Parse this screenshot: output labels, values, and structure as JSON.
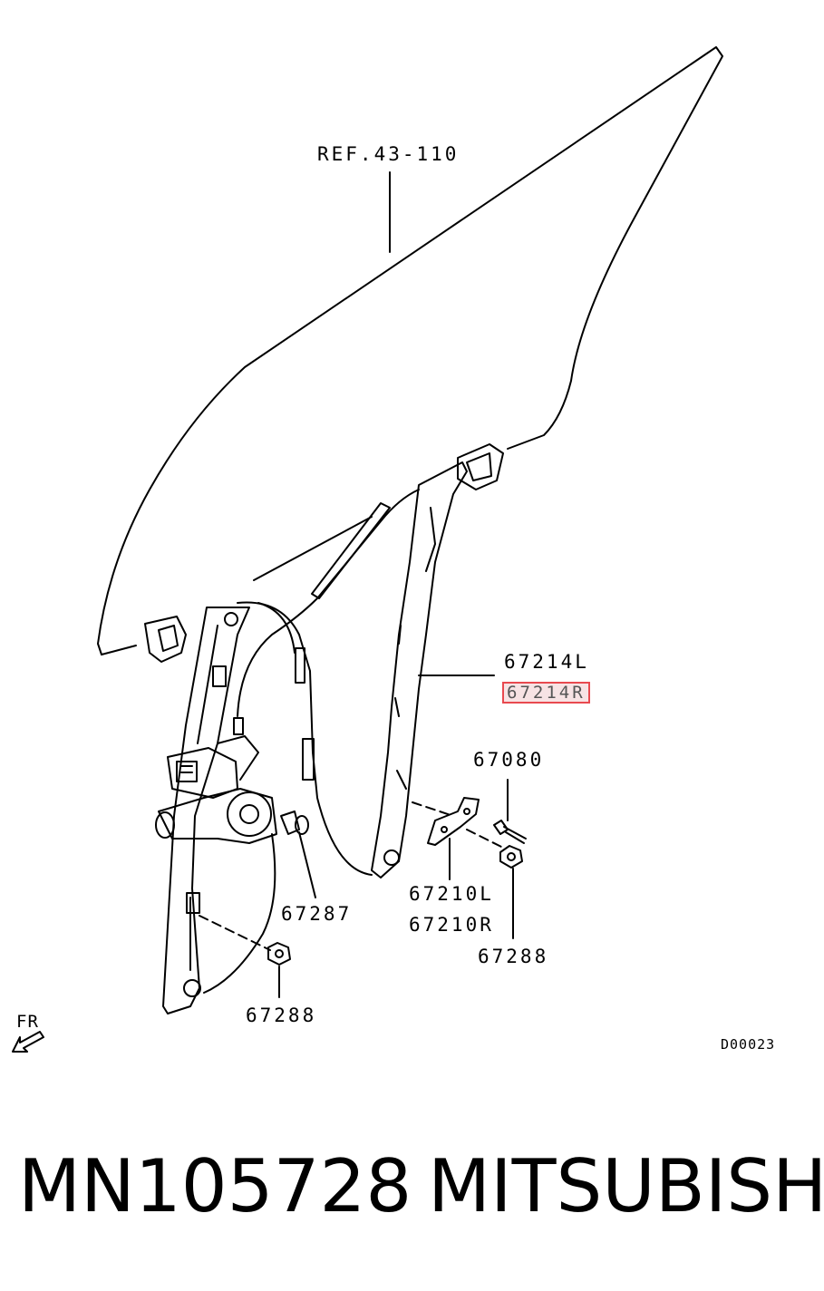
{
  "diagram": {
    "labels": {
      "ref": "REF.43-110",
      "p67214L": "67214L",
      "p67214R": "67214R",
      "p67080": "67080",
      "p67287": "67287",
      "p67210L": "67210L",
      "p67210R": "67210R",
      "p67288_right": "67288",
      "p67288_left": "67288",
      "fr": "FR",
      "code": "D00023"
    }
  },
  "footer": {
    "part_number": "MN105728",
    "brand": "MITSUBISHI"
  }
}
